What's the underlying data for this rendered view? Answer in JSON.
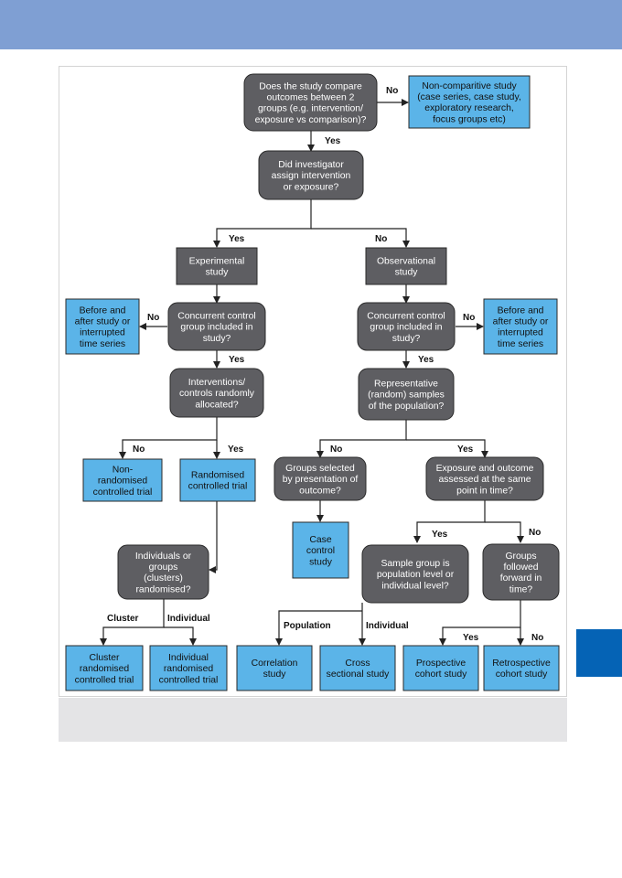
{
  "nodes": {
    "compare": "Does the study compare\noutcomes between 2\ngroups (e.g. intervention/\nexposure vs comparison)?",
    "noncomp": "Non-comparitive study\n(case series, case study,\nexploratory research,\nfocus groups etc)",
    "assign": "Did investigator\nassign intervention\nor exposure?",
    "experimental": "Experimental\nstudy",
    "observational": "Observational\nstudy",
    "conc_l": "Concurrent control\ngroup included in\nstudy?",
    "ba_l": "Before and\nafter study or\ninterrupted\ntime series",
    "conc_r": "Concurrent control\ngroup included in\nstudy?",
    "ba_r": "Before and\nafter study or\ninterrupted\ntime series",
    "random": "Interventions/\ncontrols randomly\nallocated?",
    "repr": "Representative\n(random) samples\nof the population?",
    "nonrct": "Non-\nrandomised\ncontrolled trial",
    "rct": "Randomised\ncontrolled trial",
    "groups_sel": "Groups selected\nby presentation of\noutcome?",
    "exp_out": "Exposure and outcome\nassessed at the same\npoint in time?",
    "case_control": "Case\ncontrol\nstudy",
    "indiv_q": "Individuals or\ngroups\n(clusters)\nrandomised?",
    "sample_q": "Sample group is\npopulation level or\nindividual level?",
    "followed": "Groups\nfollowed\nforward in\ntime?",
    "cluster_rct": "Cluster\nrandomised\ncontrolled trial",
    "indiv_rct": "Individual\nrandomised\ncontrolled trial",
    "correlation": "Correlation\nstudy",
    "cross": "Cross\nsectional study",
    "prospective": "Prospective\ncohort study",
    "retrospective": "Retrospective\ncohort study"
  },
  "labels": {
    "no1": "No",
    "yes1": "Yes",
    "yes2": "Yes",
    "no2": "No",
    "no3": "No",
    "yes3": "Yes",
    "no4": "No",
    "yes4": "Yes",
    "no5": "No",
    "yes5": "Yes",
    "no6": "No",
    "yes6": "Yes",
    "yes7": "Yes",
    "no7": "No",
    "cluster": "Cluster",
    "individual": "Individual",
    "population": "Population",
    "individual2": "Individual",
    "yes8": "Yes",
    "no8": "No"
  },
  "colors": {
    "topbar": "#7f9fd3",
    "decision_fill": "#5e5e62",
    "outcome_fill": "#5bb4e8",
    "side_tab": "#0563b5",
    "caption_band": "#e4e4e6"
  }
}
